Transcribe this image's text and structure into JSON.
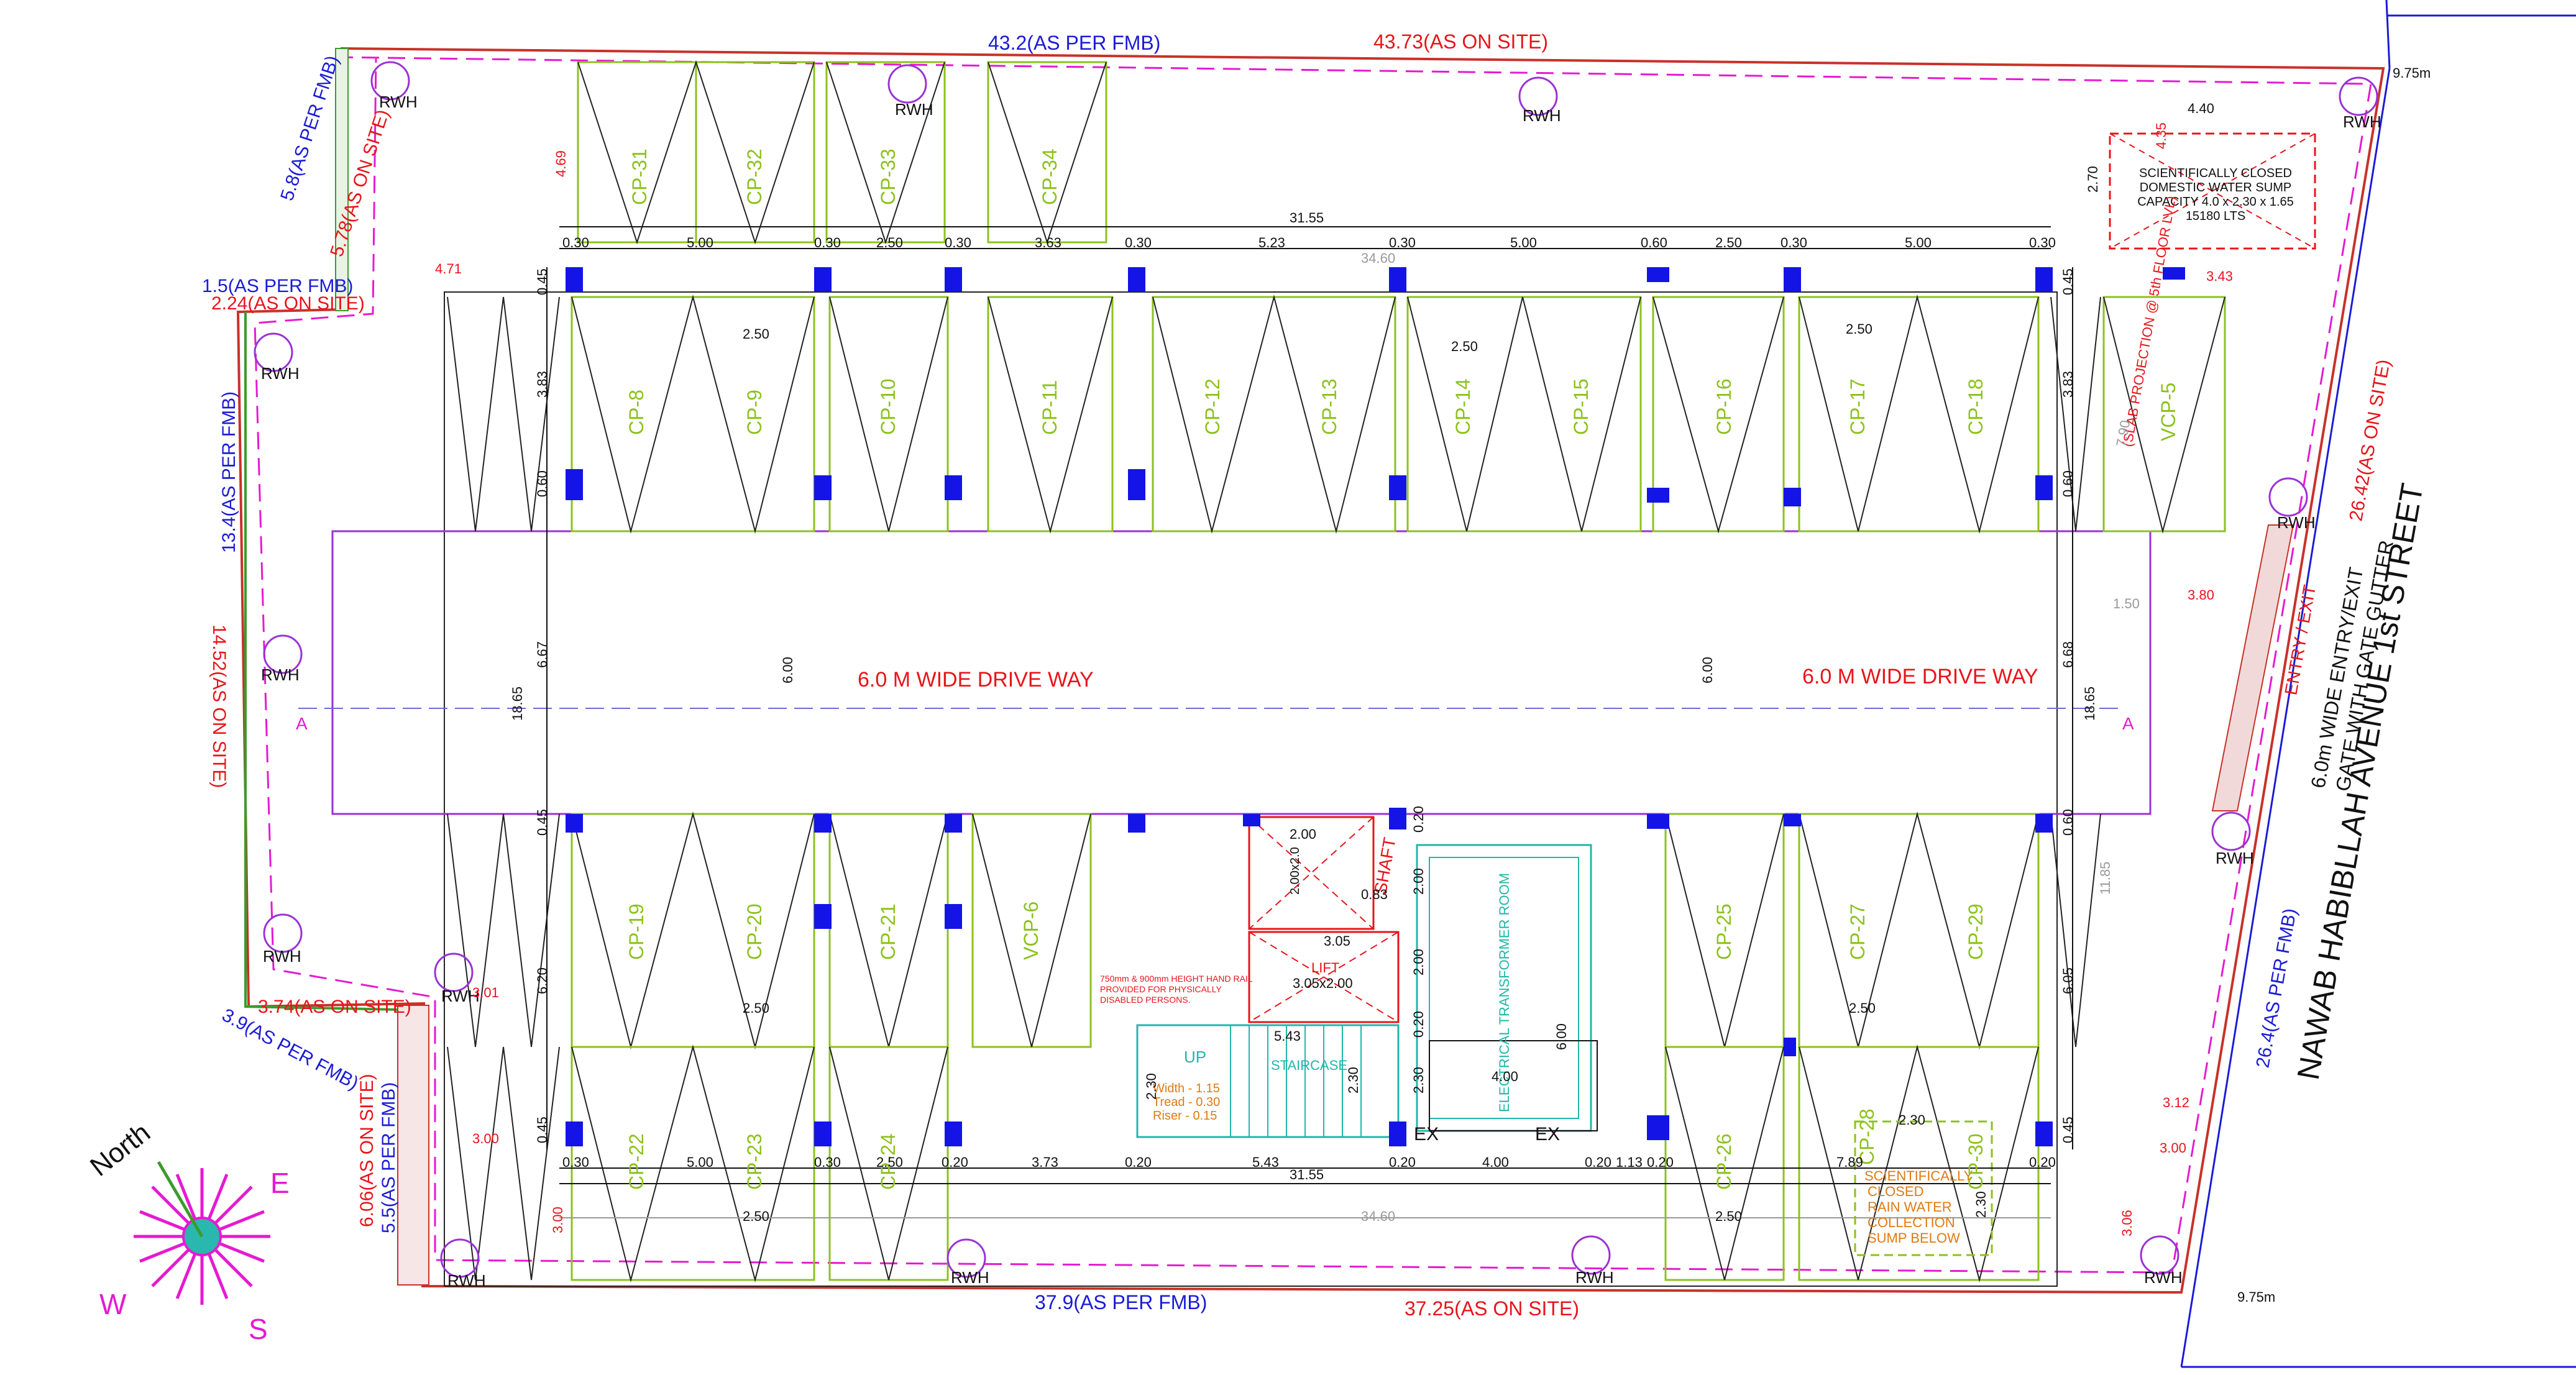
{
  "labels": {
    "top_fmb": "43.2(AS PER FMB)",
    "top_site": "43.73(AS ON SITE)",
    "bottom_fmb": "37.9(AS PER FMB)",
    "bottom_site": "37.25(AS ON SITE)",
    "left_upper_fmb": "5.8(AS PER FMB)",
    "left_upper_site": "5.78(AS ON SITE)",
    "left_step_fmb": "1.5(AS PER FMB)",
    "left_step_site": "2.24(AS ON SITE)",
    "left_mid_fmb": "13.4(AS PER FMB)",
    "left_mid_site": "14.52(AS ON SITE)",
    "left_low_site": "3.74(AS ON SITE)",
    "left_low_fmb": "3.9(AS PER FMB)",
    "left_bottom_site": "6.06(AS ON SITE)",
    "left_bottom_fmb": "5.5(AS PER FMB)",
    "right_site": "26.42(AS ON SITE)",
    "right_fmb": "26.4(AS PER FMB)",
    "street": "NAWAB HABIBLLAH AVENUE 1st STREET",
    "gate_line1": "6.0m WIDE ENTRY/EXIT",
    "gate_line2": "GATE WITH GATE GUTTER",
    "entry_exit": "ENTRY / EXIT",
    "driveway_left": "6.0 M WIDE DRIVE WAY",
    "driveway_right": "6.0 M WIDE DRIVE WAY",
    "sump_line1": "SCIENTIFICALLY CLOSED",
    "sump_line2": "DOMESTIC WATER SUMP",
    "sump_line3": "CAPACITY 4.0 x 2.30 x 1.65",
    "sump_line4": "15180 LTS",
    "slab_projection": "(SLAB PROJECTION @ 5th FLOOR LVL)",
    "transformer": "ELECTRICAL TRANSFORMER ROOM",
    "rain_sump_1": "SCIENTIFICALLY",
    "rain_sump_2": "CLOSED",
    "rain_sump_3": "RAIN WATER",
    "rain_sump_4": "COLLECTION",
    "rain_sump_5": "SUMP BELOW",
    "shaft": "SHAFT",
    "lift": "LIFT",
    "lift_size": "3.05x2.00",
    "lift_size_2": "2.00x2.0",
    "staircase": "STAIRCASE",
    "up": "UP",
    "stair_width": "Width - 1.15",
    "stair_tread": "Tread - 0.30",
    "stair_riser": "Riser - 0.15",
    "handrail_1": "750mm & 900mm HEIGHT HAND RAIL",
    "handrail_2": "PROVIDED FOR PHYSICALLY",
    "handrail_3": "DISABLED PERSONS.",
    "ex": "EX",
    "north": "North",
    "compass_e": "E",
    "compass_w": "W",
    "compass_s": "S",
    "section_a": "A",
    "rwh": "RWH"
  },
  "dimensions": {
    "d3155": "31.55",
    "d3460": "34.60",
    "d1865": "18.65",
    "d667": "6.67",
    "d668": "6.68",
    "d600": "6.00",
    "d383": "3.83",
    "d500": "5.00",
    "d250": "2.50",
    "d030": "0.30",
    "d060": "0.60",
    "d045": "0.45",
    "d363": "3.63",
    "d523": "5.23",
    "d373": "3.73",
    "d543": "5.43",
    "d020": "0.20",
    "d400": "4.00",
    "d113": "1.13",
    "d789": "7.89",
    "d620": "6.20",
    "d605": "6.05",
    "d440": "4.40",
    "d270": "2.70",
    "d435": "4.35",
    "d343": "3.43",
    "d380": "3.80",
    "d150": "1.50",
    "d312": "3.12",
    "d300": "3.00",
    "d306": "3.06",
    "d975": "9.75m",
    "d469": "4.69",
    "d471": "4.71",
    "d230": "2.30",
    "d305": "3.05",
    "d200": "2.00",
    "d083": "0.83",
    "d790": "7.90",
    "d1185": "11.85",
    "d301": "3.01"
  },
  "car_parks_top": [
    "CP-31",
    "CP-32",
    "CP-33",
    "CP-34"
  ],
  "car_parks_upper_row": [
    "CP-8",
    "CP-9",
    "CP-10",
    "CP-11",
    "CP-12",
    "CP-13",
    "CP-14",
    "CP-15",
    "CP-16",
    "CP-17",
    "CP-18",
    "VCP-5"
  ],
  "car_parks_lower_row": [
    "CP-19",
    "CP-20",
    "CP-21",
    "VCP-6",
    "CP-25",
    "CP-27",
    "CP-29"
  ],
  "car_parks_bottom_row": [
    "CP-22",
    "CP-23",
    "CP-24",
    "CP-26",
    "CP-28",
    "CP-30"
  ],
  "colors": {
    "site_boundary": "#e8141b",
    "fmb_boundary": "#e51ad1",
    "parking": "#8cc21c",
    "driveway": "#9a32d4",
    "column": "#1414e6",
    "dimension": "#111111",
    "services": "#1fb8a8"
  }
}
